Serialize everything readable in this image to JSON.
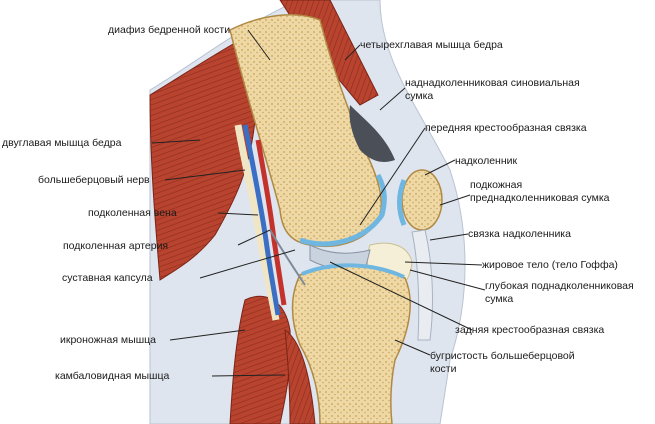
{
  "labels": {
    "femur_shaft": "диафиз бедренной кости",
    "quadriceps": "четырехглавая мышца бедра",
    "suprapatellar_bursa_1": "наднадколенниковая синовиальная",
    "suprapatellar_bursa_2": "сумка",
    "acl": "передняя крестообразная связка",
    "patella": "надколенник",
    "prepatellar_bursa_1": "подкожная",
    "prepatellar_bursa_2": "преднадколенниковая сумка",
    "patellar_ligament": "связка надколенника",
    "hoffa_fat_pad": "жировое тело (тело Гоффа)",
    "infrapatellar_bursa_1": "глубокая поднадколенниковая",
    "infrapatellar_bursa_2": "сумка",
    "pcl": "задняя крестообразная связка",
    "tibial_tuberosity_1": "бугристость большеберцовой",
    "tibial_tuberosity_2": "кости",
    "biceps_femoris": "двуглавая мышца бедра",
    "tibial_nerve": "большеберцовый нерв",
    "popliteal_vein": "подколенная вена",
    "popliteal_artery": "подколенная артерия",
    "joint_capsule": "суставная капсула",
    "gastrocnemius": "икроножная мышца",
    "soleus": "камбаловидная мышца"
  },
  "colors": {
    "bone": "#eed9a6",
    "bone_spongy": "#e2c27e",
    "muscle": "#b8432e",
    "muscle_dark": "#8e2c1d",
    "cartilage": "#9fd0ec",
    "fascia": "#d9e0ea",
    "vein": "#3a6fc4",
    "artery": "#c4322b",
    "nerve": "#f1e6c4",
    "leader_line": "#222222"
  }
}
